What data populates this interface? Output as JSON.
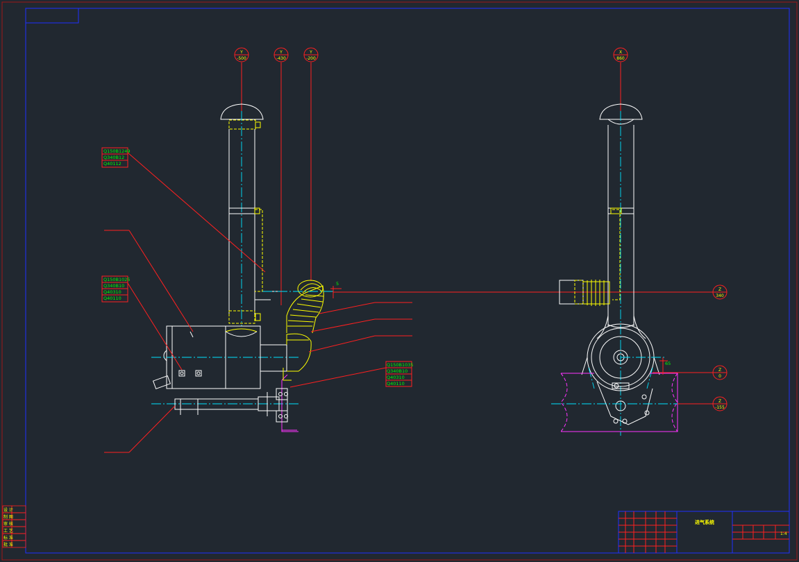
{
  "drawing": {
    "title": "进气系统",
    "colors": {
      "background": "#212830",
      "frame": "#2030ff",
      "leader": "#ff2020",
      "label": "#00ff00",
      "outline": "#ffffff",
      "part": "#ffff00",
      "center": "#00e5ff",
      "chassis": "#ff33ff"
    }
  },
  "bubbles": {
    "y500": {
      "axis": "Y",
      "value": "-500"
    },
    "y430": {
      "axis": "Y",
      "value": "-430"
    },
    "y200": {
      "axis": "Y",
      "value": "-200"
    },
    "x860": {
      "axis": "X",
      "value": "860"
    },
    "z340": {
      "axis": "Z",
      "value": "340"
    },
    "z0": {
      "axis": "Z",
      "value": "0"
    },
    "z155": {
      "axis": "Z",
      "value": "-155"
    }
  },
  "labels": {
    "group1": [
      "Q150B1249",
      "Q340B12",
      "Q40112"
    ],
    "group2": [
      "Q150B1025",
      "Q340B10",
      "Q40310",
      "Q40110"
    ],
    "group3": [
      "Q150B1035",
      "Q340B10",
      "Q40310",
      "Q40110"
    ]
  },
  "dims": {
    "d5": "5",
    "d65": "65"
  },
  "titleblock": {
    "left_rows": [
      "设 计",
      "制 图",
      "审 核",
      "工 艺",
      "标 准",
      "批 准"
    ],
    "right_small": [
      "1:4"
    ]
  }
}
